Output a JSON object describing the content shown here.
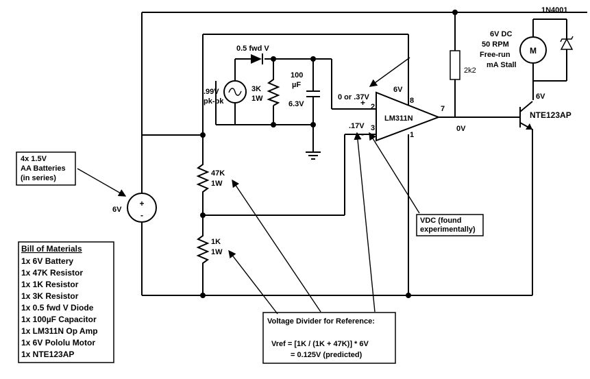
{
  "battery": {
    "voltage_label": "6V",
    "plus": "+",
    "minus": "-",
    "note_lines": [
      "4x 1.5V",
      "AA Batteries",
      "(in series)"
    ]
  },
  "resistors": {
    "r47k_value": "47K",
    "r47k_power": "1W",
    "r1k_value": "1K",
    "r1k_power": "1W",
    "r3k_value": "3K",
    "r3k_power": "1W",
    "r2k2": "2k2"
  },
  "source": {
    "amplitude": ".99V",
    "type": "pk-pk"
  },
  "diode": {
    "label": "0.5 fwd V"
  },
  "capacitor": {
    "value": "100",
    "unit": "µF",
    "voltage": "6.3V"
  },
  "opamp": {
    "name": "LM311N",
    "plus_in": "+",
    "minus_in": "-",
    "pin2": "2",
    "pin3": "3",
    "pin8": "8",
    "pin7": "7",
    "pin1": "1",
    "supply": "6V",
    "noninv_level": "0 or .37V",
    "inv_level": ".17V",
    "output_level": "0V"
  },
  "motor": {
    "symbol": "M",
    "spec_lines": [
      "6V DC",
      "50 RPM",
      "Free-run",
      "mA Stall"
    ]
  },
  "flyback_diode": {
    "part": "1N4001"
  },
  "transistor": {
    "part": "NTE123AP",
    "collector_level": "6V"
  },
  "annotations": {
    "vdc_lines": [
      "VDC (found",
      "experimentally)"
    ],
    "divider_title": "Voltage Divider for Reference:",
    "divider_formula": "Vref = [1K / (1K + 47K)] * 6V",
    "divider_result": "= 0.125V (predicted)"
  },
  "bom": {
    "title": "Bill of Materials",
    "items": [
      "1x 6V Battery",
      "1x 47K Resistor",
      "1x 1K Resistor",
      "1x 3K Resistor",
      "1x 0.5 fwd V Diode",
      "1x 100µF Capacitor",
      "1x LM311N Op Amp",
      "1x 6V Pololu Motor",
      "1x NTE123AP"
    ]
  }
}
